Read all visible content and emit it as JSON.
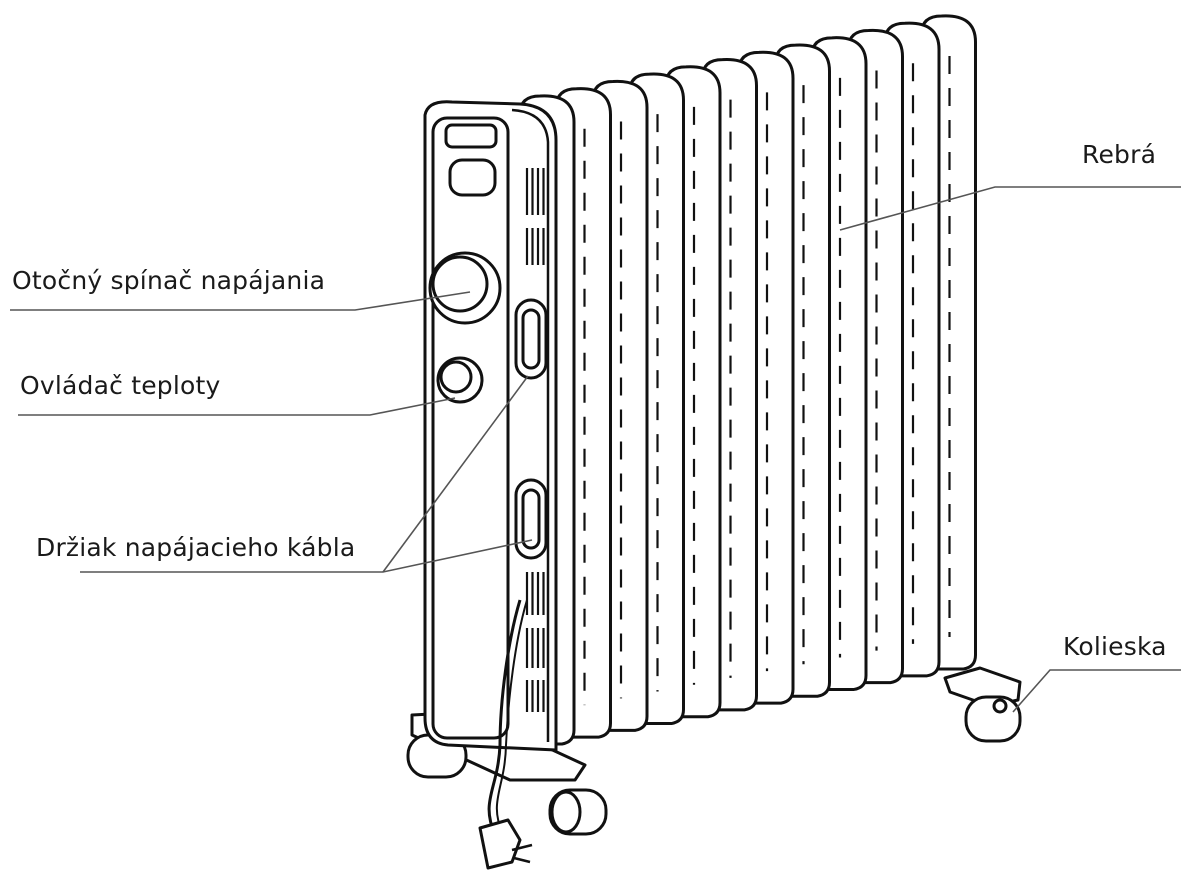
{
  "labels": {
    "fins": "Rebrá",
    "power_switch": "Otočný spínač napájania",
    "thermostat": "Ovládač teploty",
    "cord_holder": "Držiak napájacieho kábla",
    "wheels": "Kolieska"
  },
  "colors": {
    "stroke": "#111111",
    "leader": "#555555",
    "text": "#1a1a1a",
    "fill": "#ffffff"
  }
}
